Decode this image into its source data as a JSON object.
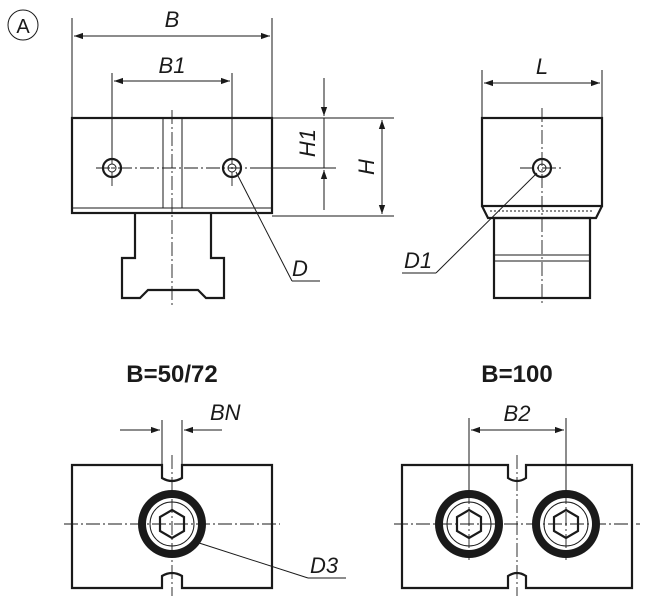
{
  "view_marker": "A",
  "dimensions": {
    "b": "B",
    "b1": "B1",
    "l": "L",
    "h1": "H1",
    "h": "H",
    "d": "D",
    "d1": "D1",
    "bn": "BN",
    "b2": "B2",
    "d3": "D3"
  },
  "variants": {
    "small": "B=50/72",
    "large": "B=100"
  }
}
